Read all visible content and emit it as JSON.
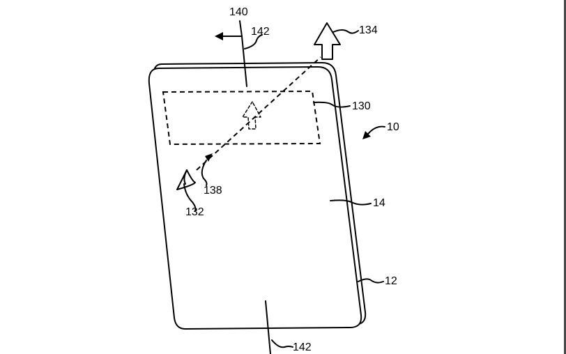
{
  "labels": {
    "l140": "140",
    "l142_top": "142",
    "l134": "134",
    "l130": "130",
    "l10": "10",
    "l138": "138",
    "l132": "132",
    "l14": "14",
    "l12": "12",
    "l142_bottom": "142"
  }
}
